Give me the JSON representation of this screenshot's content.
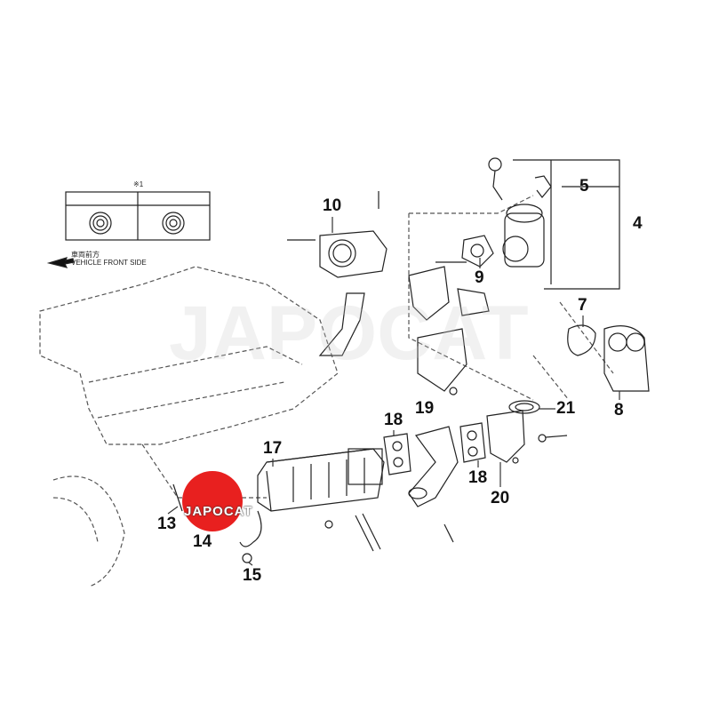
{
  "inset": {
    "note": "※1",
    "jp_label": "車両前方",
    "direction_label": "VEHICLE FRONT SIDE"
  },
  "watermark": "JAPOCAT",
  "logo": {
    "text": "JAPOCAT",
    "color": "#e8201f"
  },
  "callouts": [
    {
      "id": "10",
      "label": "10"
    },
    {
      "id": "5",
      "label": "5"
    },
    {
      "id": "4",
      "label": "4"
    },
    {
      "id": "9",
      "label": "9"
    },
    {
      "id": "7",
      "label": "7"
    },
    {
      "id": "21",
      "label": "21"
    },
    {
      "id": "8",
      "label": "8"
    },
    {
      "id": "18a",
      "label": "18"
    },
    {
      "id": "19",
      "label": "19"
    },
    {
      "id": "18b",
      "label": "18"
    },
    {
      "id": "20",
      "label": "20"
    },
    {
      "id": "17",
      "label": "17"
    },
    {
      "id": "13",
      "label": "13"
    },
    {
      "id": "14",
      "label": "14"
    },
    {
      "id": "15",
      "label": "15"
    }
  ]
}
